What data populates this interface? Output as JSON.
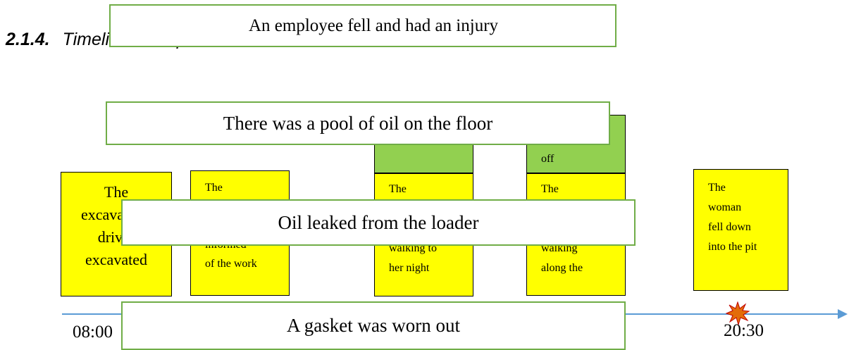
{
  "heading": {
    "number": "2.1.4.",
    "text": "Timeline example:"
  },
  "timeline": {
    "start_time": "08:00",
    "end_time": "20:30"
  },
  "events": [
    {
      "lines": [
        "The",
        "excava",
        "driver",
        "excavated"
      ]
    },
    {
      "lines": [
        "The",
        "",
        "",
        "informed",
        "of the work"
      ]
    },
    {
      "lines": [
        "The",
        "",
        "",
        "walking to",
        "her night"
      ]
    },
    {
      "lines": [
        "The",
        "",
        "",
        "walking",
        "along the"
      ]
    },
    {
      "lines": [
        "The",
        "woman",
        "fell down",
        "into the pit"
      ]
    }
  ],
  "green_boxes": [
    {
      "text": ""
    },
    {
      "text": "off"
    }
  ],
  "overlays": {
    "top": "An employee fell and had an injury",
    "pool": "There was a pool of oil on the floor",
    "leak": "Oil leaked from the loader",
    "gasket": "A gasket was worn out"
  },
  "colors": {
    "event_box": "#ffff00",
    "green_box": "#92d050",
    "overlay_border": "#70ad47",
    "timeline": "#5b9bd5",
    "star": "#e36c09"
  }
}
